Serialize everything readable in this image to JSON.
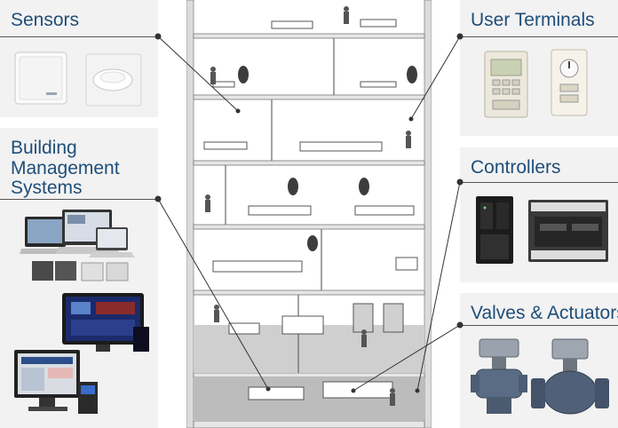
{
  "categories": {
    "sensors": "Sensors",
    "bms_line1": "Building",
    "bms_line2": "Management",
    "bms_line3": "Systems",
    "user_terminals": "User Terminals",
    "controllers": "Controllers",
    "valves": "Valves & Actuators"
  },
  "colors": {
    "title": "#1f4e79",
    "panel": "#f2f2f2",
    "leader": "#333333"
  }
}
